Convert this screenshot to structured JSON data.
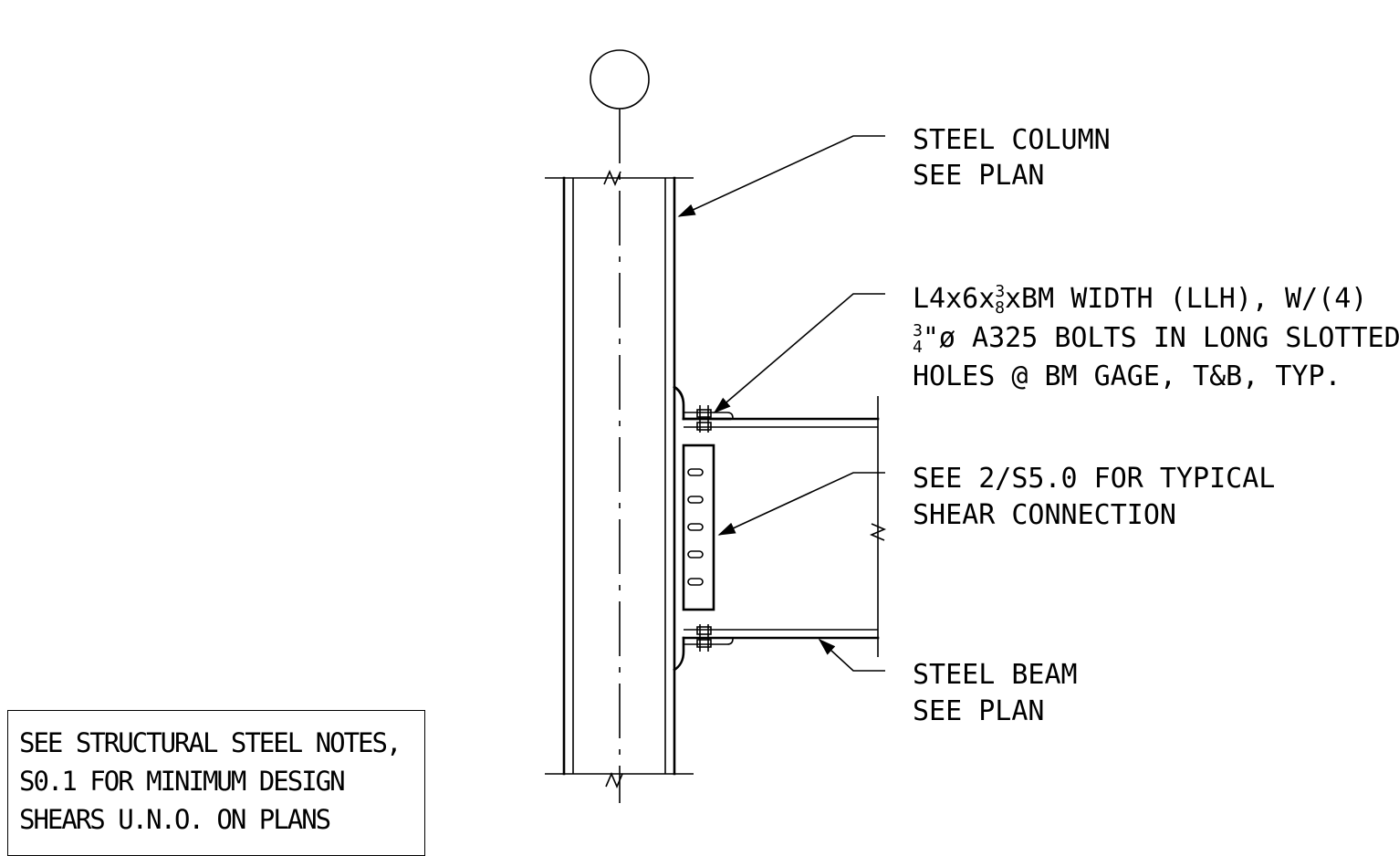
{
  "callouts": {
    "column": [
      "STEEL COLUMN",
      "SEE PLAN"
    ],
    "angle": [
      "L4x6x",
      "xBM WIDTH (LLH), W/(4)",
      "\"ø A325 BOLTS IN LONG SLOTTED",
      "HOLES @ BM GAGE, T&B, TYP."
    ],
    "angle_frac_num": "3",
    "angle_frac_den": "8",
    "bolt_frac_num": "3",
    "bolt_frac_den": "4",
    "shear": [
      "SEE 2/S5.0 FOR TYPICAL",
      "SHEAR CONNECTION"
    ],
    "beam": [
      "STEEL BEAM",
      "SEE PLAN"
    ]
  },
  "note": {
    "lines": [
      "SEE STRUCTURAL STEEL NOTES,",
      "S0.1 FOR MINIMUM DESIGN",
      "SHEARS U.N.O. ON PLANS"
    ]
  }
}
